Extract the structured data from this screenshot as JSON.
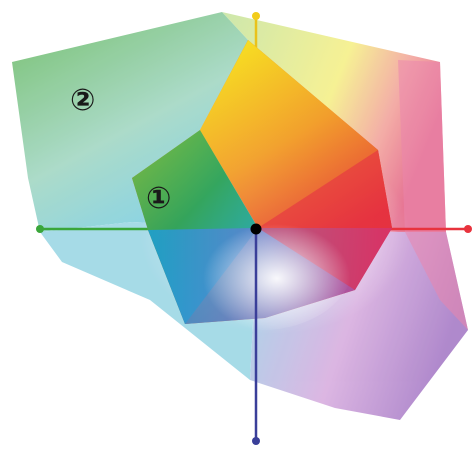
{
  "diagram": {
    "labels": {
      "outer_region": "②",
      "inner_region": "①"
    },
    "axes": [
      {
        "name": "yellow-axis",
        "color": "#f2cc1a"
      },
      {
        "name": "red-axis",
        "color": "#e8333d"
      },
      {
        "name": "blue-axis",
        "color": "#3a3f99"
      },
      {
        "name": "green-axis",
        "color": "#3aa63a"
      }
    ],
    "colors": {
      "yellow": "#f5e62a",
      "green": "#2f9e48",
      "cyan": "#27b6d6",
      "blue": "#4a64c4",
      "magenta": "#d8287a",
      "red": "#e42a30",
      "center": "#000000"
    }
  }
}
